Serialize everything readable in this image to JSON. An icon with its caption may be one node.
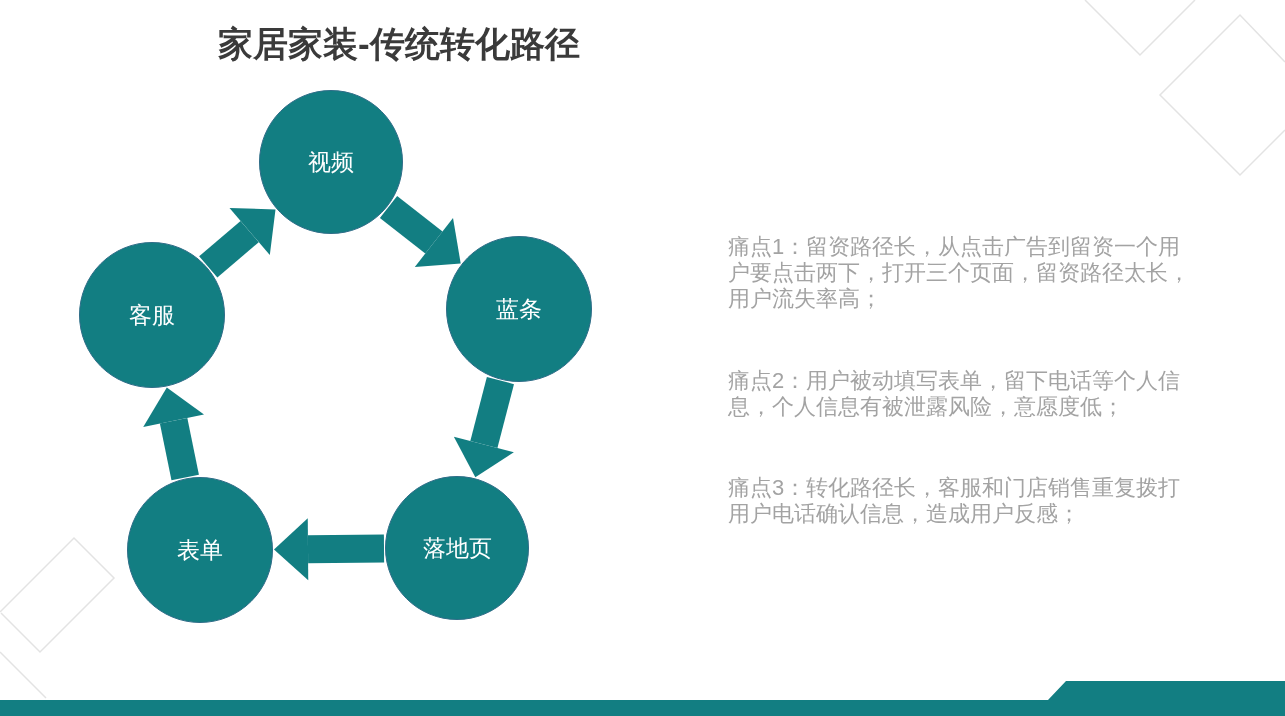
{
  "diagram": {
    "title": "家居家装-传统转化路径",
    "nodes": [
      {
        "text": [
          "视频"
        ]
      },
      {
        "text": [
          "蓝条"
        ]
      },
      {
        "text": [
          "落地页"
        ]
      },
      {
        "text": [
          "表单"
        ]
      },
      {
        "text": [
          "客服"
        ]
      }
    ],
    "edges": [
      {
        "from": 0,
        "to": 1,
        "arrow": "to"
      },
      {
        "from": 1,
        "to": 2,
        "arrow": "to"
      },
      {
        "from": 2,
        "to": 3,
        "arrow": "to"
      },
      {
        "from": 3,
        "to": 4,
        "arrow": "to"
      },
      {
        "from": 4,
        "to": 0,
        "arrow": "to"
      }
    ],
    "labels": [
      "痛点1：留资路径长，从点击广告到留资一个用户要点击两下，打开三个页面，留资路径太长，用户流失率高；",
      "痛点2：用户被动填写表单，留下电话等个人信息，个人信息有被泄露风险，意愿度低；",
      "痛点3：转化路径长，客服和门店销售重复拨打用户电话确认信息，造成用户反感；"
    ]
  }
}
